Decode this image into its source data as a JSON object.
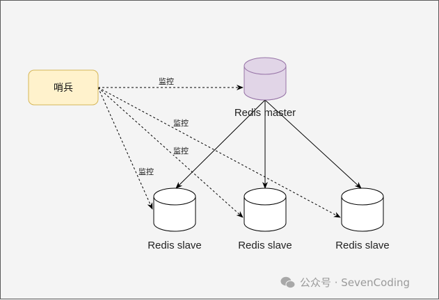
{
  "diagram": {
    "sentinel": {
      "label": "哨兵",
      "fill": "#fff2cc",
      "stroke": "#d6b656"
    },
    "master": {
      "label": "Redis master",
      "fill": "#e1d5e7",
      "stroke": "#9673a6"
    },
    "slaves": [
      {
        "label": "Redis slave"
      },
      {
        "label": "Redis slave"
      },
      {
        "label": "Redis slave"
      }
    ],
    "edges": {
      "monitor_label": "监控",
      "monitor_labels": [
        "监控",
        "监控",
        "监控",
        "监控"
      ]
    }
  },
  "watermark": {
    "icon": "wechat-icon",
    "text": "公众号 · SevenCoding"
  }
}
